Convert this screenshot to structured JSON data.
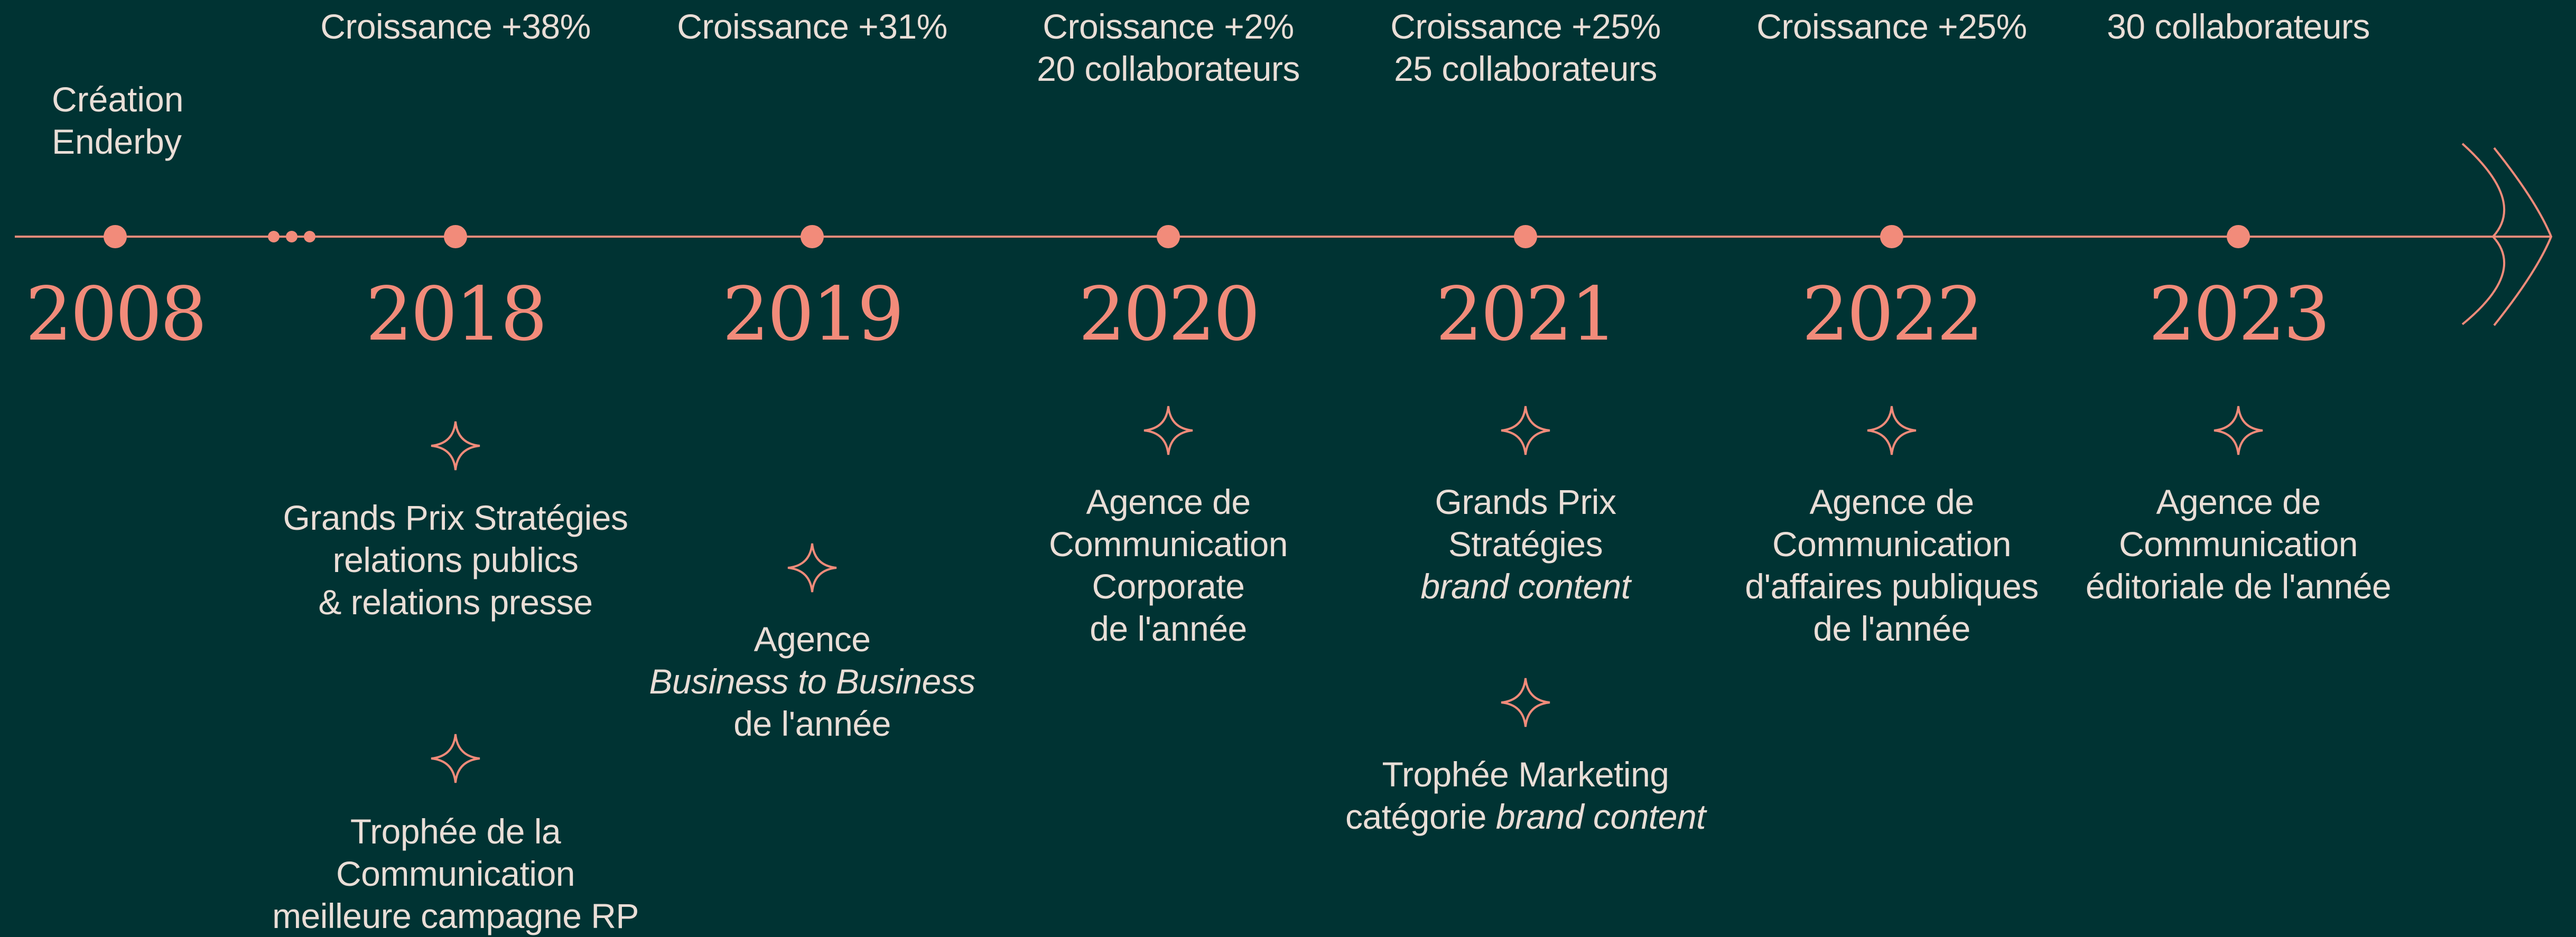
{
  "colors": {
    "background": "#003333",
    "accent": "#f28b7a",
    "text": "#e9ded7"
  },
  "intro": {
    "lines": [
      "Création",
      "Enderby"
    ]
  },
  "milestones": [
    {
      "year": "2008",
      "top": [],
      "awards": []
    },
    {
      "year": "2018",
      "top": [
        "Croissance +38%"
      ],
      "awards": [
        {
          "lines": [
            [
              "Grands Prix Stratégies"
            ],
            [
              "relations publics"
            ],
            [
              "& relations presse"
            ]
          ]
        },
        {
          "lines": [
            [
              "Trophée de la"
            ],
            [
              "Communication"
            ],
            [
              "meilleure campagne RP"
            ]
          ]
        }
      ]
    },
    {
      "year": "2019",
      "top": [
        "Croissance +31%"
      ],
      "awards": [
        {
          "lines": [
            [
              "Agence"
            ],
            [
              "",
              "Business to Business"
            ],
            [
              "de l'année"
            ]
          ]
        }
      ]
    },
    {
      "year": "2020",
      "top": [
        "Croissance +2%",
        "20 collaborateurs"
      ],
      "awards": [
        {
          "lines": [
            [
              "Agence de"
            ],
            [
              "Communication"
            ],
            [
              "Corporate"
            ],
            [
              "de l'année"
            ]
          ]
        }
      ]
    },
    {
      "year": "2021",
      "top": [
        "Croissance +25%",
        "25 collaborateurs"
      ],
      "awards": [
        {
          "lines": [
            [
              "Grands Prix"
            ],
            [
              "Stratégies"
            ],
            [
              "",
              "brand content"
            ]
          ]
        },
        {
          "lines": [
            [
              "Trophée Marketing"
            ],
            [
              "catégorie ",
              "brand content"
            ]
          ]
        }
      ]
    },
    {
      "year": "2022",
      "top": [
        "Croissance +25%"
      ],
      "awards": [
        {
          "lines": [
            [
              "Agence de"
            ],
            [
              "Communication"
            ],
            [
              "d'affaires publiques"
            ],
            [
              "de l'année"
            ]
          ]
        }
      ]
    },
    {
      "year": "2023",
      "top": [
        "30 collaborateurs"
      ],
      "awards": [
        {
          "lines": [
            [
              "Agence de"
            ],
            [
              "Communication"
            ],
            [
              "éditoriale de l'année"
            ]
          ]
        }
      ]
    }
  ]
}
